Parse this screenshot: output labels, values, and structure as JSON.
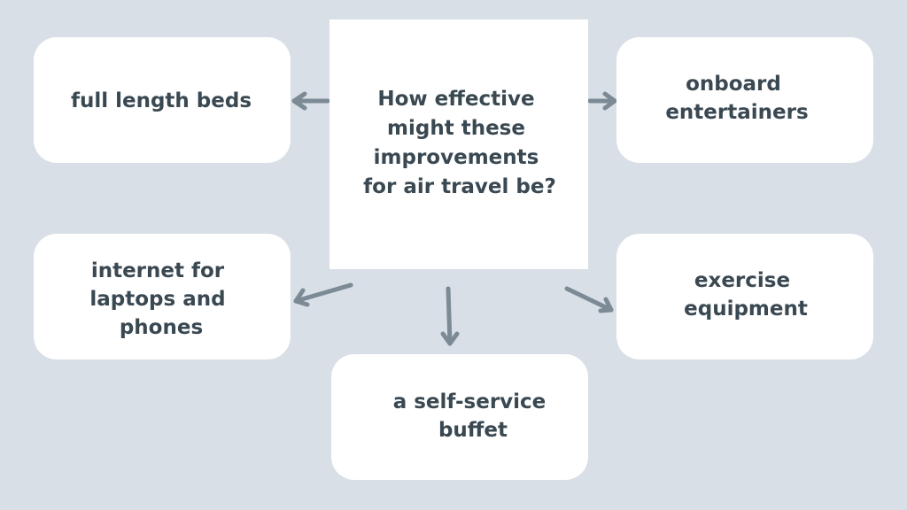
{
  "center": {
    "lines": [
      "How effective",
      "might these",
      "improvements",
      "for air travel be?"
    ]
  },
  "boxes": [
    {
      "id": "full-length-beds",
      "lines": [
        "full length beds"
      ]
    },
    {
      "id": "onboard-entertainers",
      "lines": [
        "onboard",
        "entertainers"
      ]
    },
    {
      "id": "internet",
      "lines": [
        "internet for",
        "laptops and",
        "phones"
      ]
    },
    {
      "id": "exercise-equipment",
      "lines": [
        "exercise",
        "equipment"
      ]
    },
    {
      "id": "self-service-buffet",
      "lines": [
        "a self-service",
        "buffet"
      ]
    }
  ],
  "colors": {
    "background": "#d9dfe6",
    "box": "#ffffff",
    "text": "#3a4852",
    "arrow": "#7b8a95"
  }
}
